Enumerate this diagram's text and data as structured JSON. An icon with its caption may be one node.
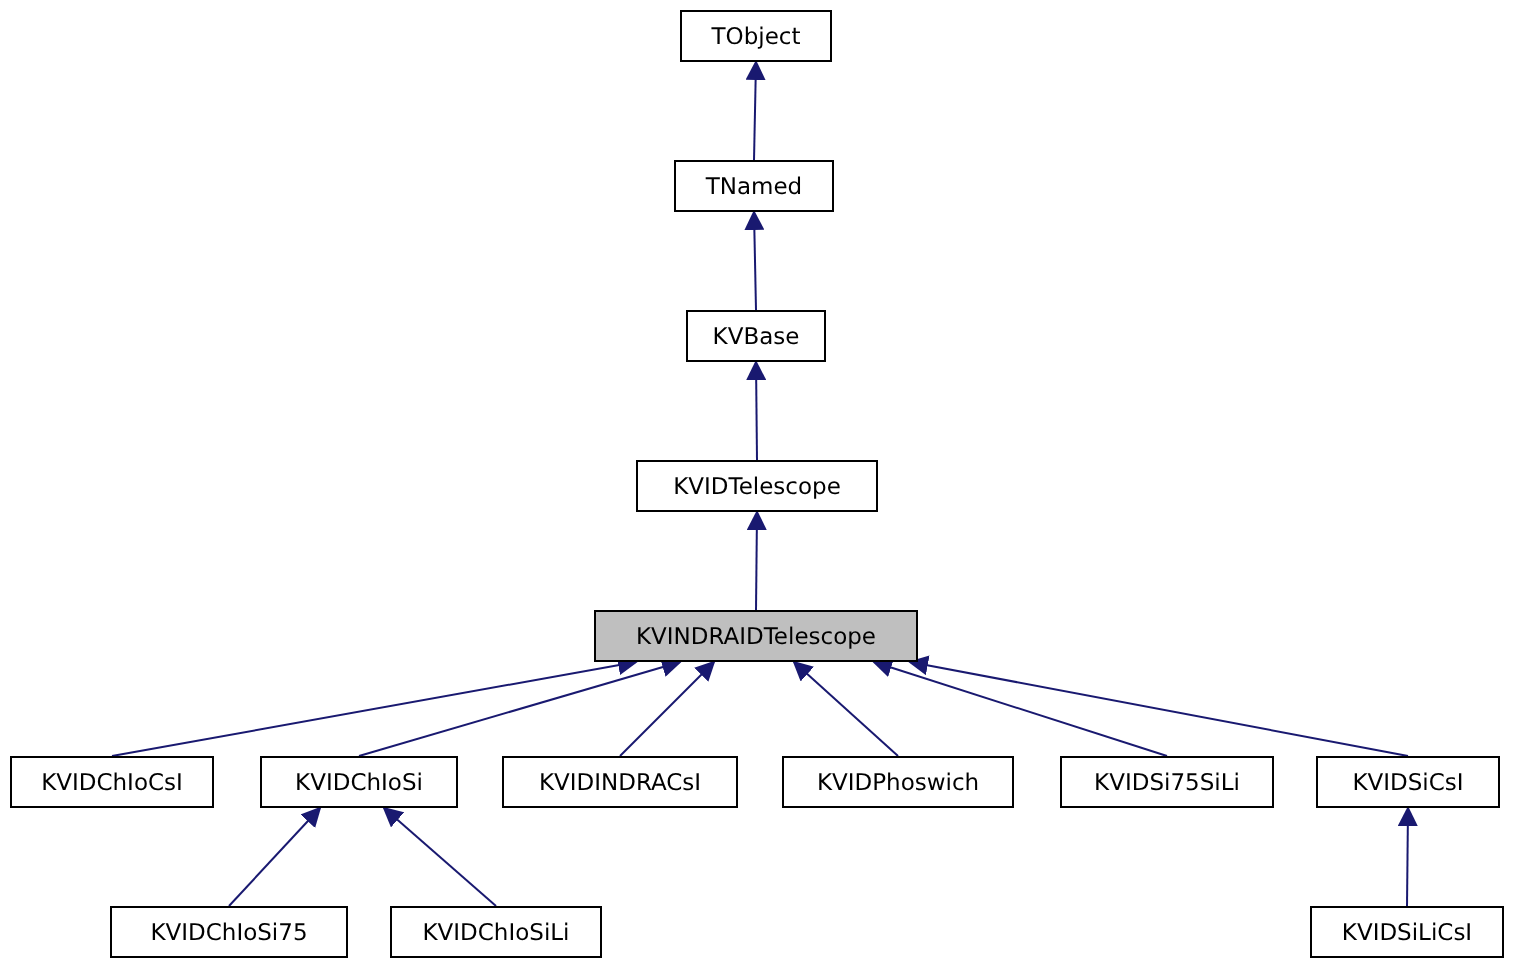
{
  "diagram": {
    "nodes": [
      {
        "text": [
          "TObject"
        ]
      },
      {
        "text": [
          "TNamed"
        ]
      },
      {
        "text": [
          "KVBase"
        ]
      },
      {
        "text": [
          "KVIDTelescope"
        ]
      },
      {
        "text": [
          "KVINDRAIDTelescope"
        ]
      },
      {
        "text": [
          "KVIDChIoCsI"
        ]
      },
      {
        "text": [
          "KVIDChIoSi"
        ]
      },
      {
        "text": [
          "KVIDINDRACsI"
        ]
      },
      {
        "text": [
          "KVIDPhoswich"
        ]
      },
      {
        "text": [
          "KVIDSi75SiLi"
        ]
      },
      {
        "text": [
          "KVIDSiCsI"
        ]
      },
      {
        "text": [
          "KVIDChIoSi75"
        ]
      },
      {
        "text": [
          "KVIDChIoSiLi"
        ]
      },
      {
        "text": [
          "KVIDSiLiCsI"
        ]
      }
    ],
    "edges": [
      {
        "from": 1,
        "to": 0,
        "arrow": "to"
      },
      {
        "from": 2,
        "to": 1,
        "arrow": "to"
      },
      {
        "from": 3,
        "to": 2,
        "arrow": "to"
      },
      {
        "from": 4,
        "to": 3,
        "arrow": "to"
      },
      {
        "from": 5,
        "to": 4,
        "arrow": "to"
      },
      {
        "from": 6,
        "to": 4,
        "arrow": "to"
      },
      {
        "from": 7,
        "to": 4,
        "arrow": "to"
      },
      {
        "from": 8,
        "to": 4,
        "arrow": "to"
      },
      {
        "from": 9,
        "to": 4,
        "arrow": "to"
      },
      {
        "from": 10,
        "to": 4,
        "arrow": "to"
      },
      {
        "from": 11,
        "to": 6,
        "arrow": "to"
      },
      {
        "from": 12,
        "to": 6,
        "arrow": "to"
      },
      {
        "from": 13,
        "to": 10,
        "arrow": "to"
      }
    ]
  }
}
